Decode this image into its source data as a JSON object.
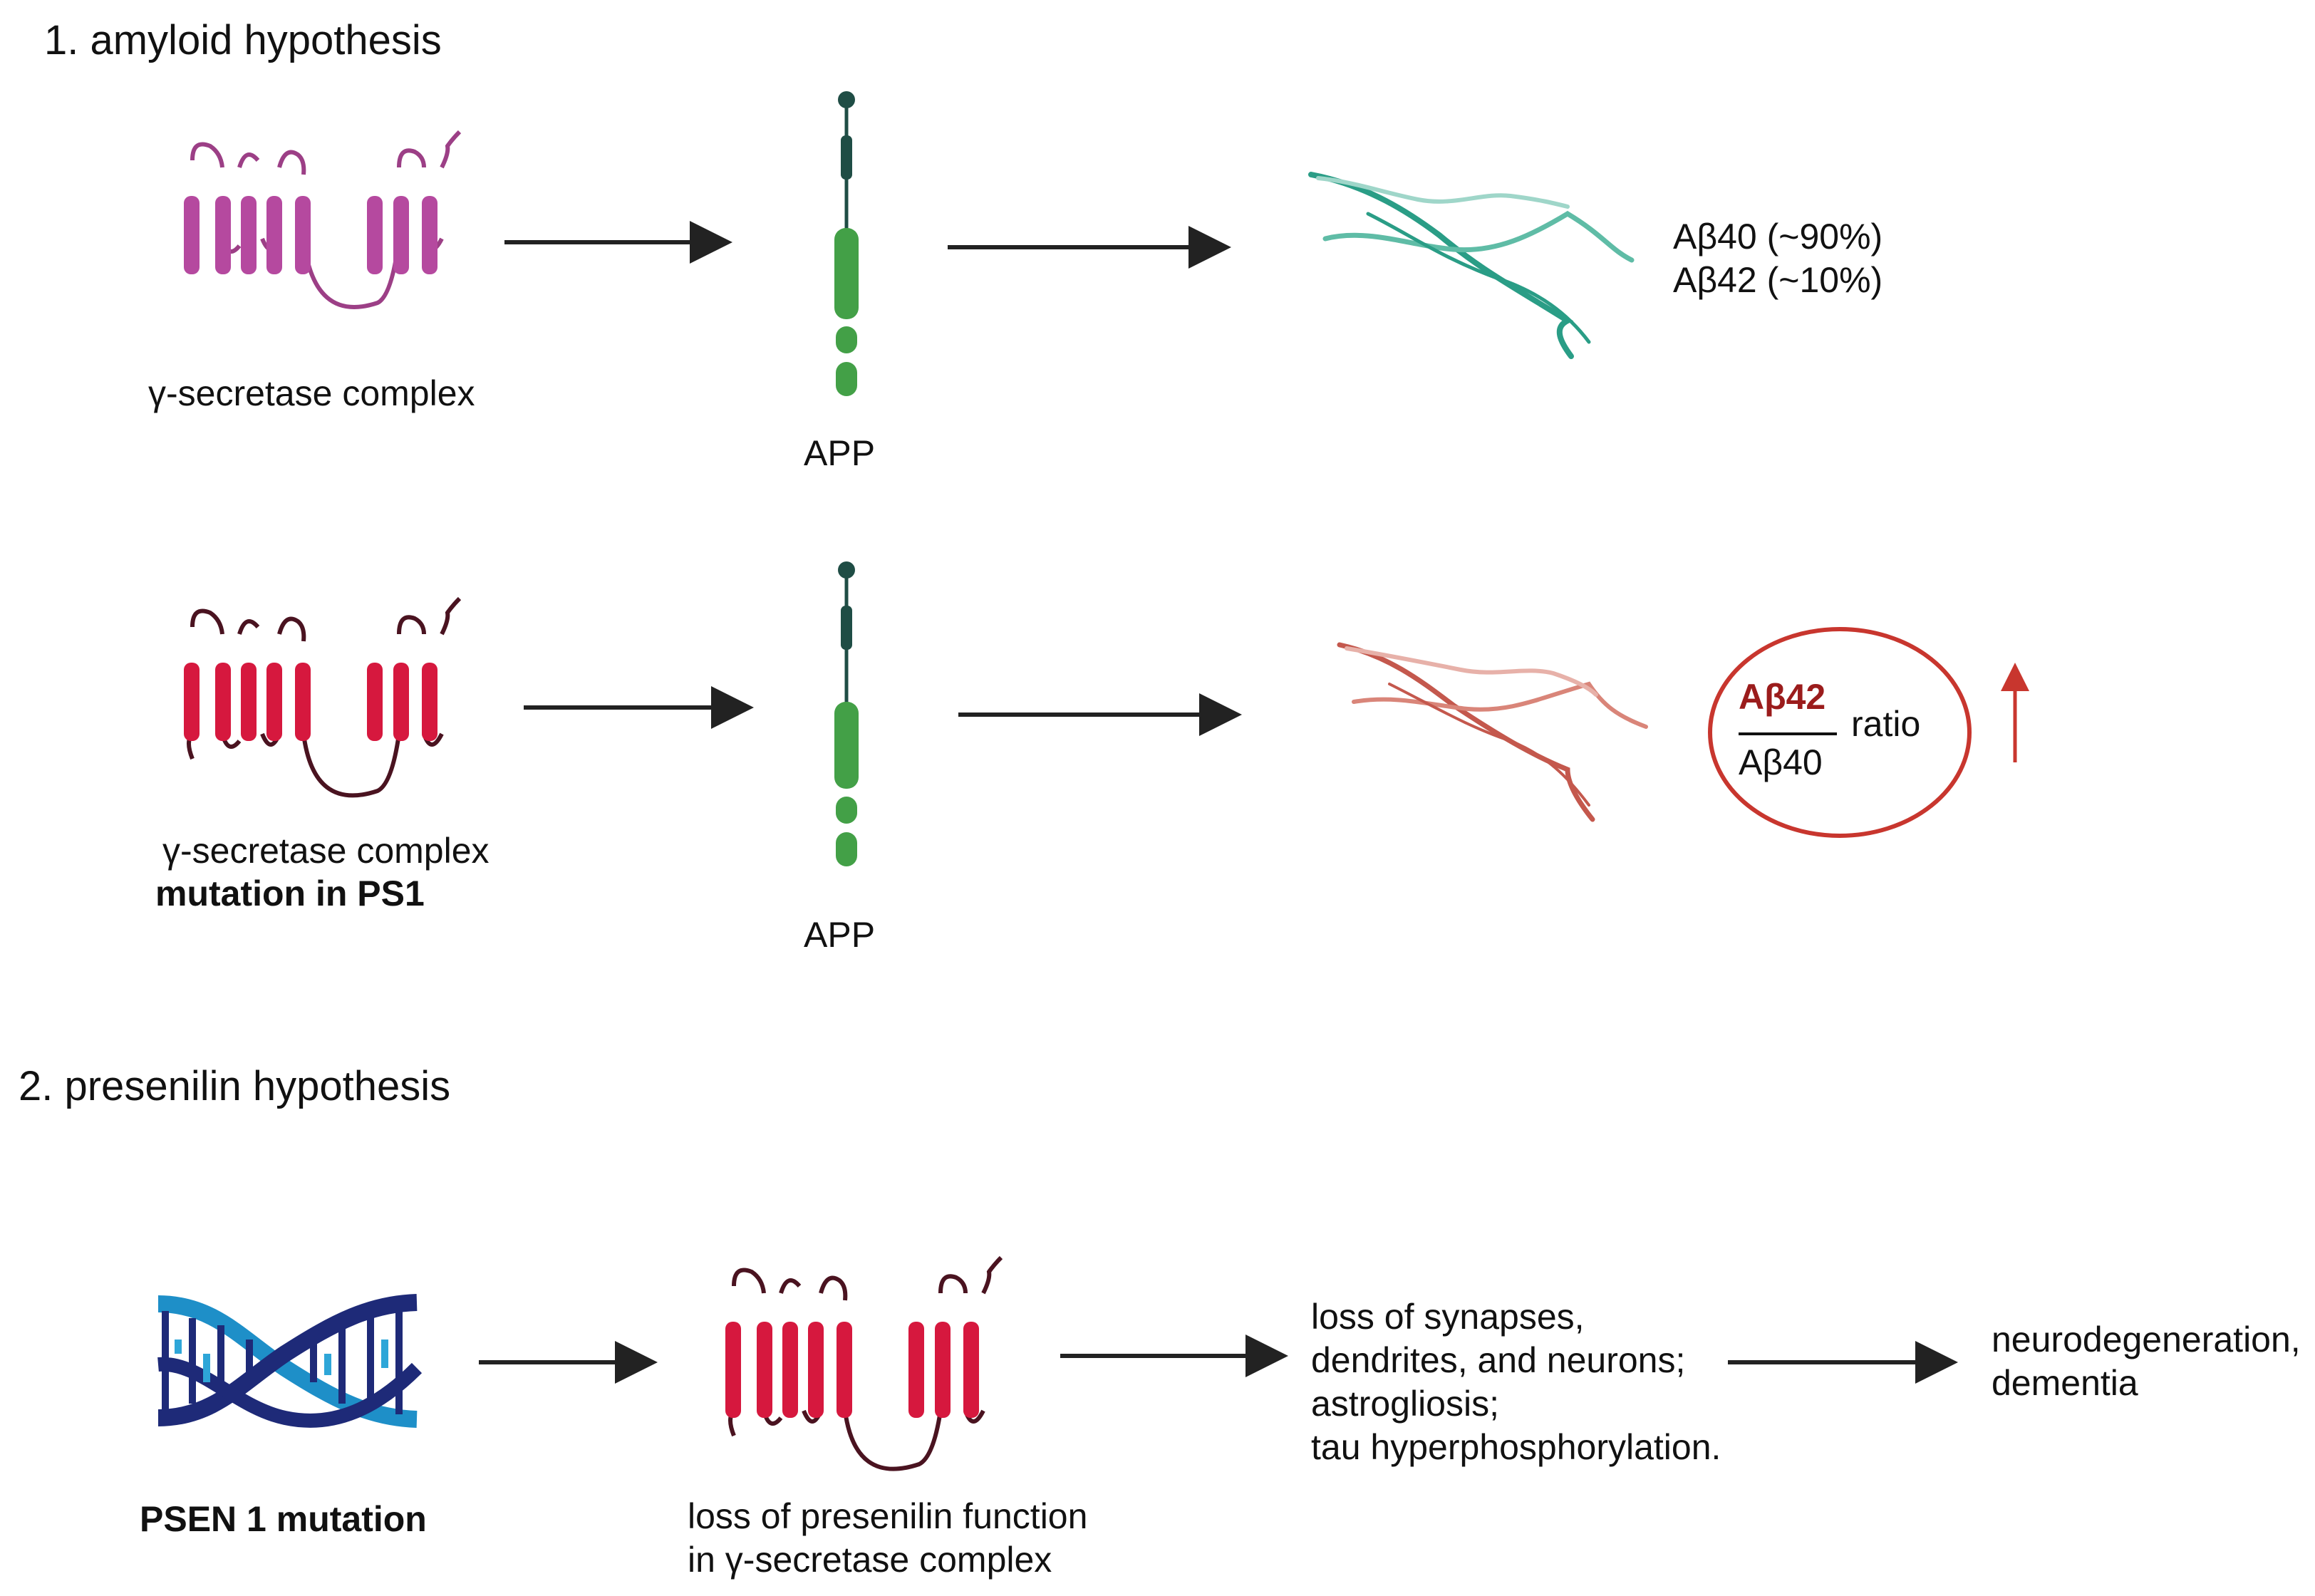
{
  "section1": {
    "heading": "1. amyloid hypothesis",
    "row1": {
      "complex_label": "γ-secretase complex",
      "app_label": "APP",
      "products": [
        "Aβ40 (~90%)",
        "Aβ42 (~10%)"
      ]
    },
    "row2": {
      "complex_label": "γ-secretase complex",
      "mutation_label": "mutation in PS1",
      "app_label": "APP",
      "ratio": {
        "numerator": "Aβ42",
        "denominator": "Aβ40",
        "word": "ratio"
      }
    }
  },
  "section2": {
    "heading": "2. presenilin hypothesis",
    "dna_label": "PSEN 1 mutation",
    "loss_function": [
      "loss of presenilin function",
      "in γ-secretase complex"
    ],
    "effects": [
      "loss of synapses,",
      "dendrites, and neurons;",
      "astrogliosis;",
      "tau hyperphosphorylation."
    ],
    "outcome": [
      "neurodegeneration,",
      "dementia"
    ]
  },
  "colors": {
    "magenta": "#b5499f",
    "crimson": "#d6183e",
    "loop_dark": "#4a1320",
    "app_green": "#43a047",
    "app_stem": "#1f4d45",
    "teal_fibril": "#2a9d86",
    "red_fibril": "#c4584d",
    "ratio_red": "#c8362e",
    "dna_navy": "#1e2a78",
    "dna_blue": "#1e8fc8"
  }
}
